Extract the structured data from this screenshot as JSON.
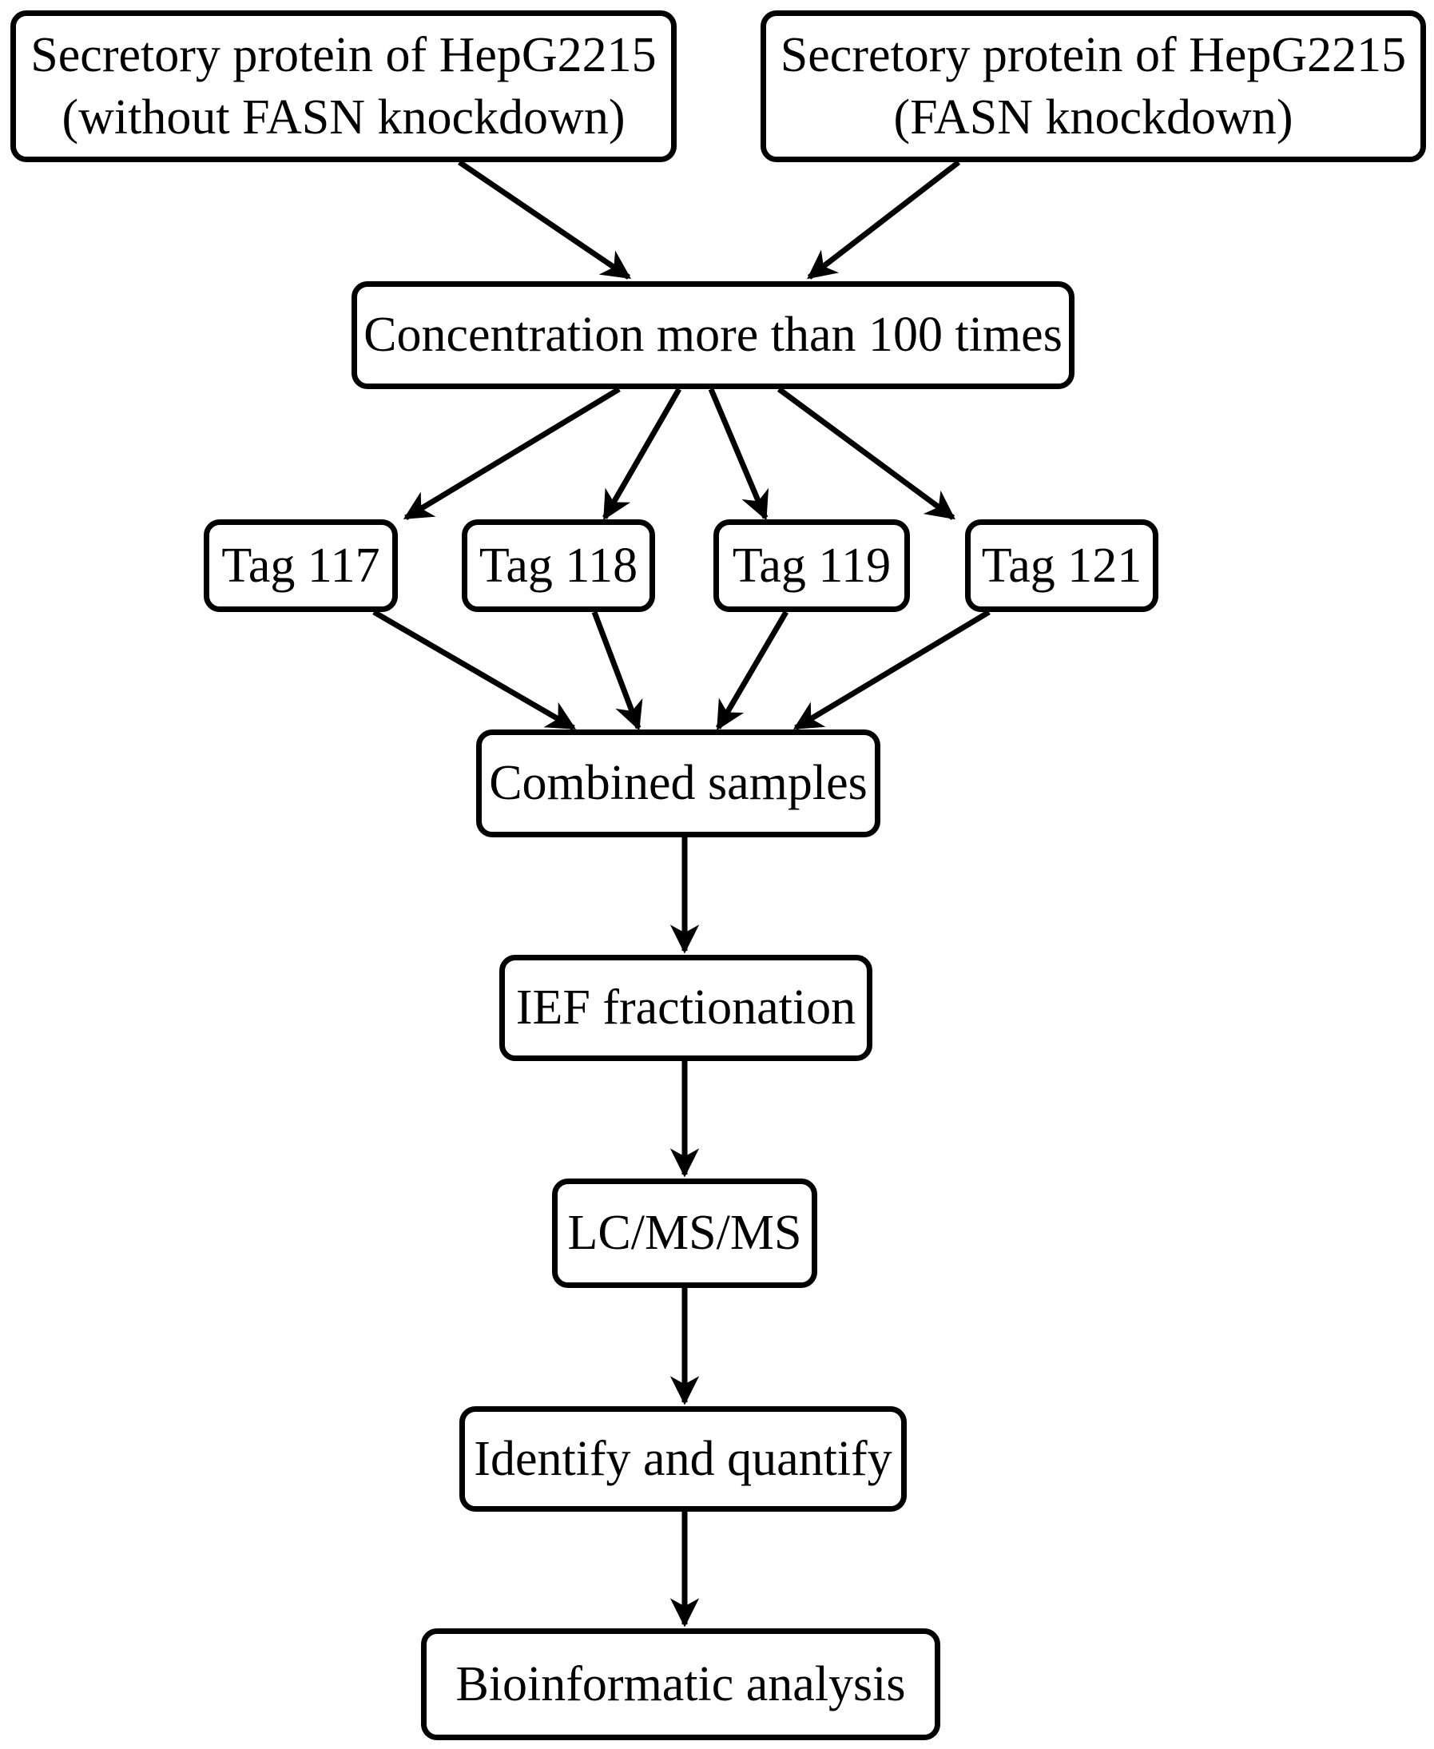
{
  "figure": {
    "background_color": "#ffffff",
    "line_color": "#000000",
    "type": "flowchart"
  },
  "nodes": {
    "source_left": {
      "label": "Secretory protein of HepG2215\n(without FASN knockdown)"
    },
    "source_right": {
      "label": "Secretory protein of HepG2215\n(FASN knockdown)"
    },
    "concentration": {
      "label": "Concentration more than 100 times"
    },
    "tag117": {
      "label": "Tag 117"
    },
    "tag118": {
      "label": "Tag 118"
    },
    "tag119": {
      "label": "Tag 119"
    },
    "tag121": {
      "label": "Tag 121"
    },
    "combined": {
      "label": "Combined samples"
    },
    "ief": {
      "label": "IEF fractionation"
    },
    "lcmsms": {
      "label": "LC/MS/MS"
    },
    "identify": {
      "label": "Identify and quantify"
    },
    "bioinformatic": {
      "label": "Bioinformatic analysis"
    }
  },
  "edges": [
    {
      "from": "source_left",
      "to": "concentration"
    },
    {
      "from": "source_right",
      "to": "concentration"
    },
    {
      "from": "concentration",
      "to": "tag117"
    },
    {
      "from": "concentration",
      "to": "tag118"
    },
    {
      "from": "concentration",
      "to": "tag119"
    },
    {
      "from": "concentration",
      "to": "tag121"
    },
    {
      "from": "tag117",
      "to": "combined"
    },
    {
      "from": "tag118",
      "to": "combined"
    },
    {
      "from": "tag119",
      "to": "combined"
    },
    {
      "from": "tag121",
      "to": "combined"
    },
    {
      "from": "combined",
      "to": "ief"
    },
    {
      "from": "ief",
      "to": "lcmsms"
    },
    {
      "from": "lcmsms",
      "to": "identify"
    },
    {
      "from": "identify",
      "to": "bioinformatic"
    }
  ]
}
